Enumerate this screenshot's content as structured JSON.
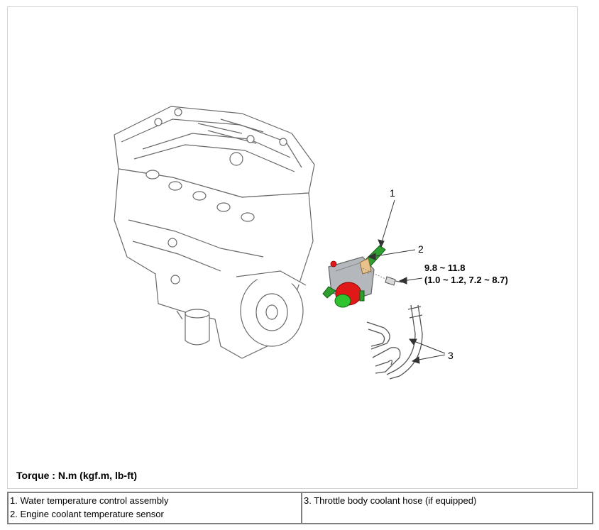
{
  "callouts": {
    "one": "1",
    "two": "2",
    "three": "3"
  },
  "torque_spec": {
    "line1": "9.8 ~ 11.8",
    "line2": "(1.0 ~ 1.2, 7.2 ~ 8.7)"
  },
  "torque_caption": "Torque : N.m (kgf.m, lb-ft)",
  "legend": {
    "item1": "1. Water temperature control assembly",
    "item2": "2. Engine coolant temperature sensor",
    "item3": "3. Throttle body coolant hose (if equipped)"
  },
  "colors": {
    "line": "#555555",
    "sensor_green": "#2e9e2e",
    "gasket_red": "#e01818",
    "housing_gray": "#b4b8bc"
  }
}
